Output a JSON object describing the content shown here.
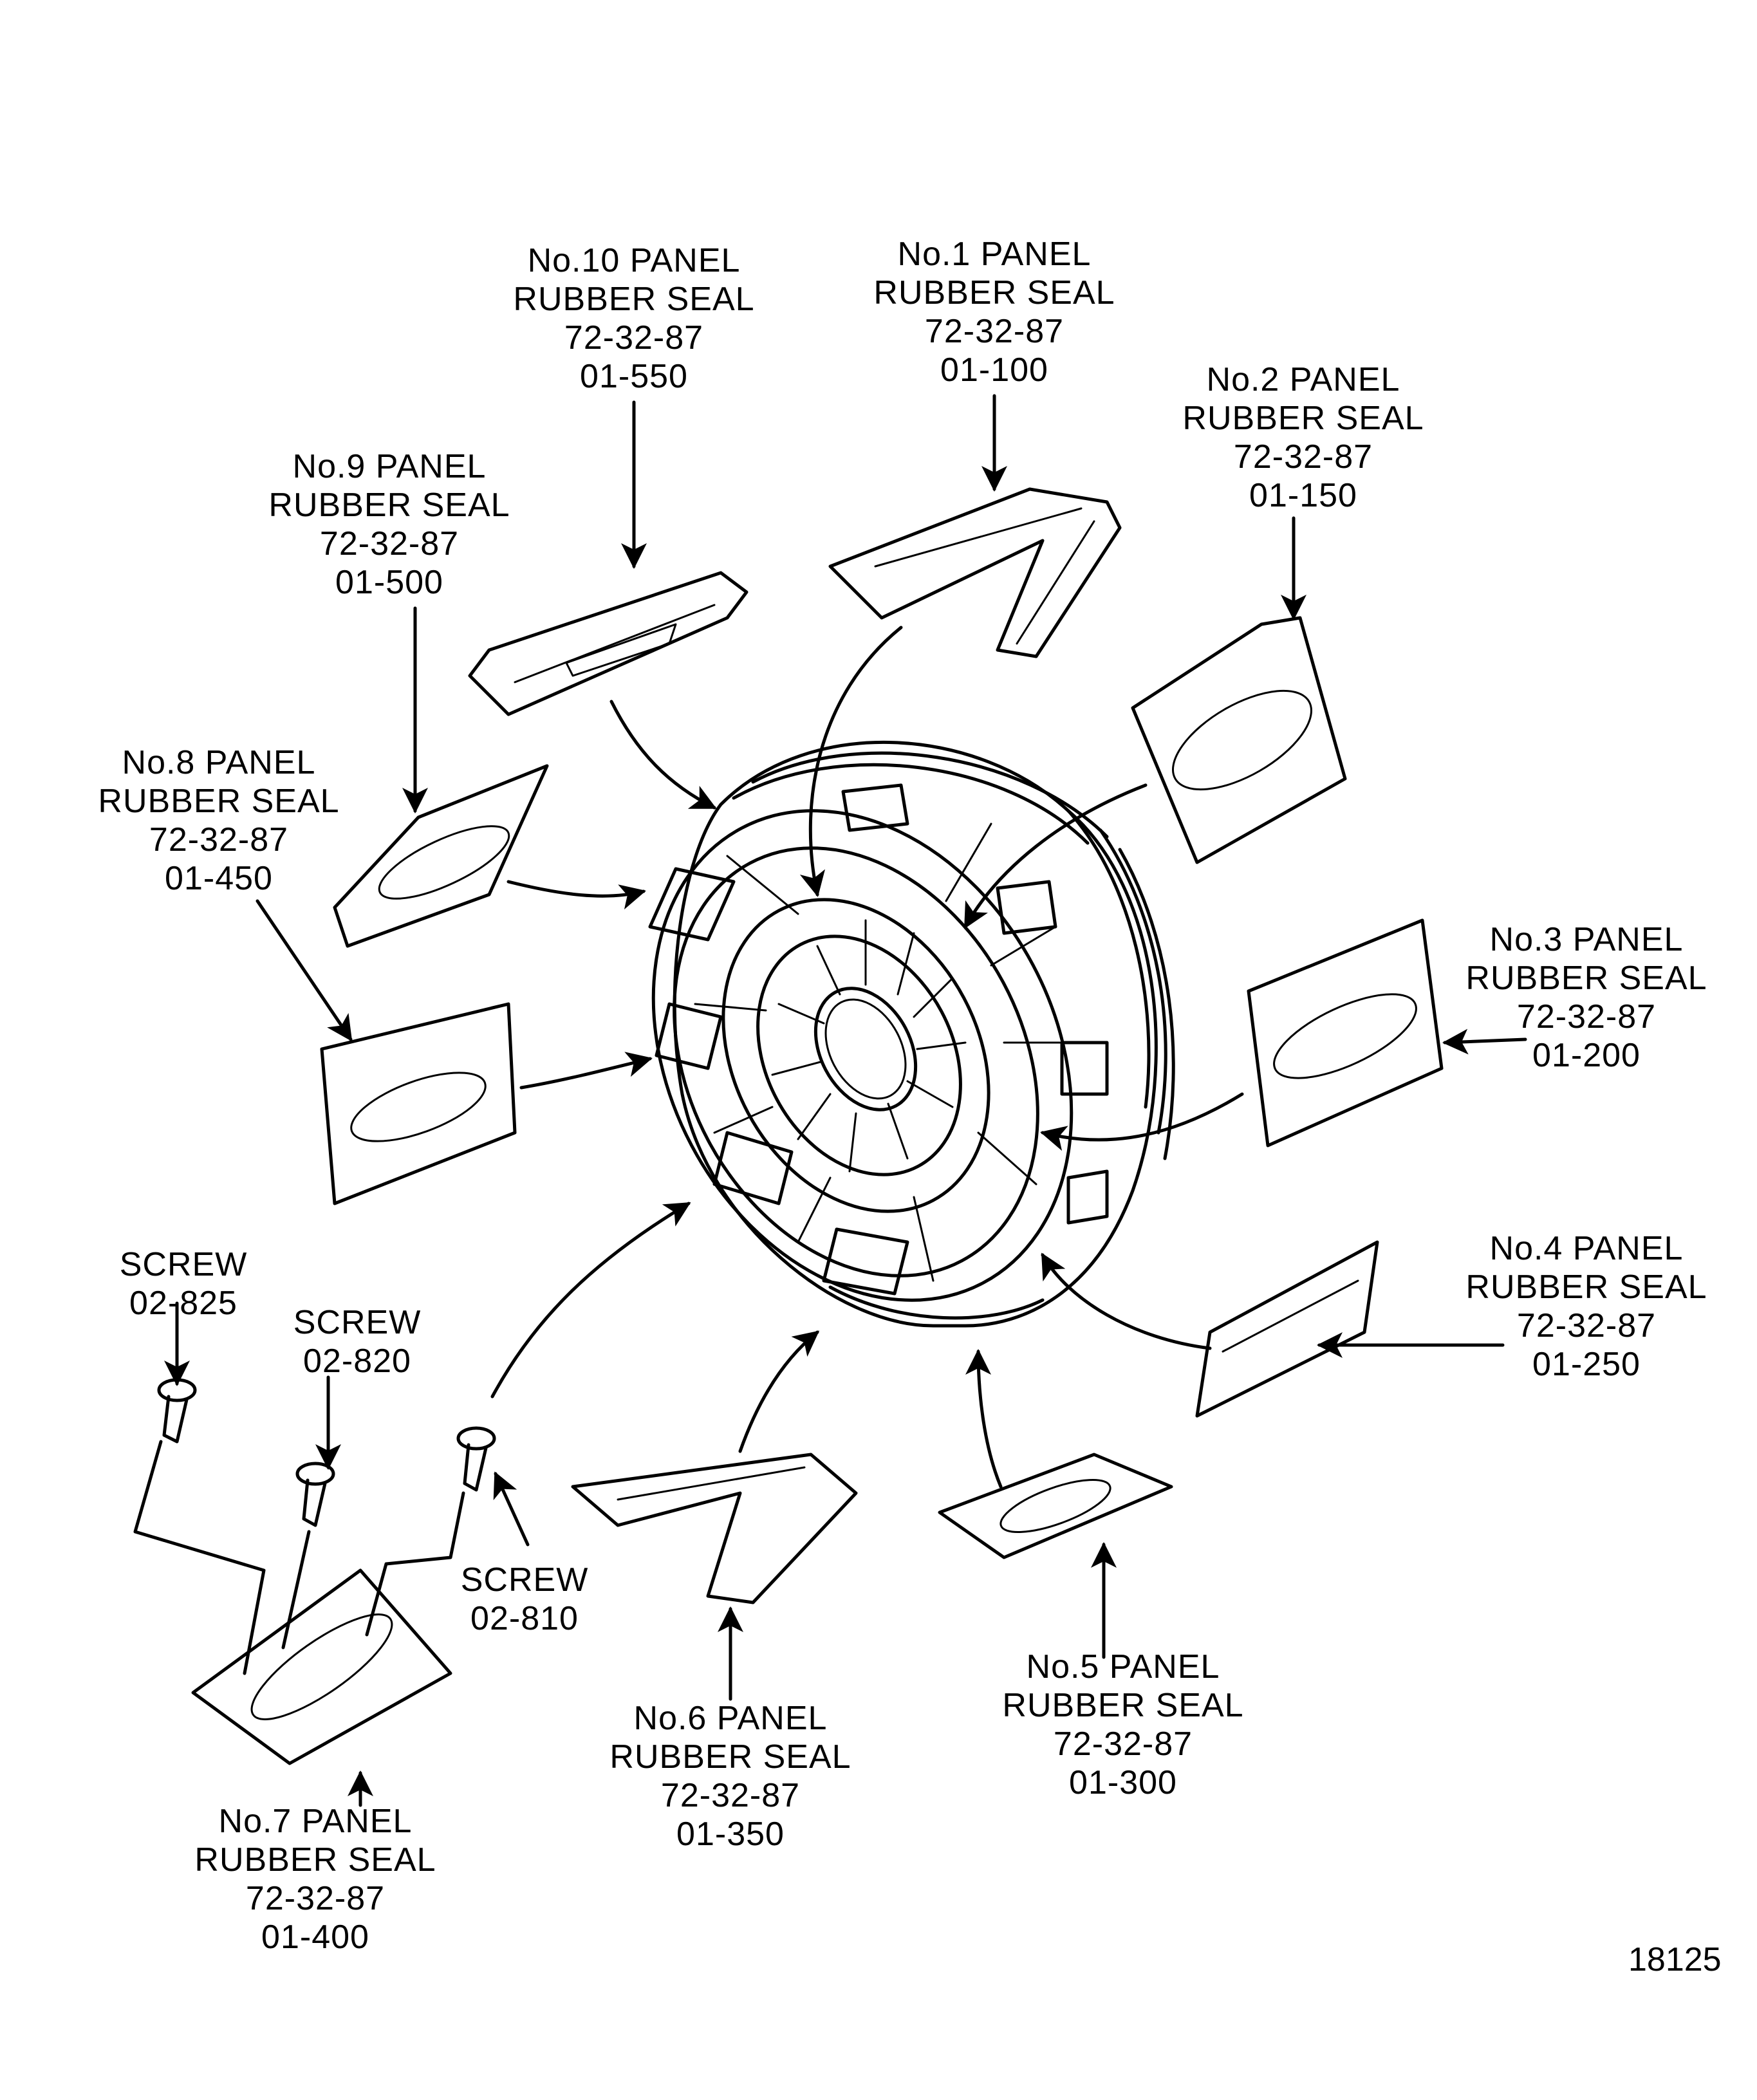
{
  "figure_number": "18125",
  "callouts": [
    {
      "id": "panel-10",
      "lines": [
        "No.10 PANEL",
        "RUBBER SEAL",
        "72-32-87",
        "01-550"
      ]
    },
    {
      "id": "panel-1",
      "lines": [
        "No.1 PANEL",
        "RUBBER SEAL",
        "72-32-87",
        "01-100"
      ]
    },
    {
      "id": "panel-2",
      "lines": [
        "No.2 PANEL",
        "RUBBER SEAL",
        "72-32-87",
        "01-150"
      ]
    },
    {
      "id": "panel-9",
      "lines": [
        "No.9 PANEL",
        "RUBBER SEAL",
        "72-32-87",
        "01-500"
      ]
    },
    {
      "id": "panel-8",
      "lines": [
        "No.8 PANEL",
        "RUBBER SEAL",
        "72-32-87",
        "01-450"
      ]
    },
    {
      "id": "panel-3",
      "lines": [
        "No.3 PANEL",
        "RUBBER SEAL",
        "72-32-87",
        "01-200"
      ]
    },
    {
      "id": "panel-4",
      "lines": [
        "No.4 PANEL",
        "RUBBER SEAL",
        "72-32-87",
        "01-250"
      ]
    },
    {
      "id": "panel-5",
      "lines": [
        "No.5 PANEL",
        "RUBBER SEAL",
        "72-32-87",
        "01-300"
      ]
    },
    {
      "id": "panel-6",
      "lines": [
        "No.6 PANEL",
        "RUBBER SEAL",
        "72-32-87",
        "01-350"
      ]
    },
    {
      "id": "panel-7",
      "lines": [
        "No.7 PANEL",
        "RUBBER SEAL",
        "72-32-87",
        "01-400"
      ]
    },
    {
      "id": "screw-825",
      "lines": [
        "SCREW",
        "02-825"
      ]
    },
    {
      "id": "screw-820",
      "lines": [
        "SCREW",
        "02-820"
      ]
    },
    {
      "id": "screw-810",
      "lines": [
        "SCREW",
        "02-810"
      ]
    }
  ]
}
